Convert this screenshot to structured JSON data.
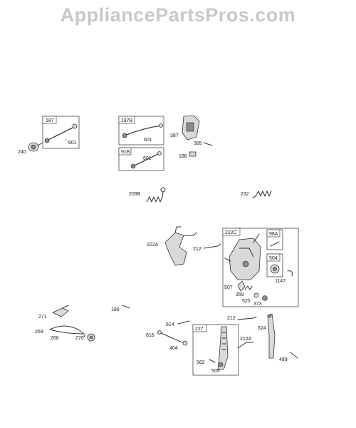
{
  "watermark": "AppliancePartsPros.com",
  "labels": {
    "l187": "187",
    "l601a": "601",
    "l240": "240",
    "l187b": "187B",
    "l601b": "601",
    "l91b": "91B",
    "l601c": "601",
    "l387": "387",
    "l385": "385",
    "l186a": "186",
    "l209b": "209B",
    "l232": "232",
    "l222a": "222A",
    "l212a": "212",
    "l222c": "222C",
    "l98a": "98A",
    "l504": "504",
    "l1147": "1147",
    "l507": "507",
    "l359": "359",
    "l520": "520",
    "l373": "373",
    "l271": "271",
    "l269": "269",
    "l268": "268",
    "l270": "270",
    "l186b": "186",
    "l614": "614",
    "l616": "616",
    "l404": "404",
    "l227": "227",
    "l562": "562",
    "l505": "505",
    "l212b": "212",
    "l212A": "212A",
    "l624": "624",
    "l489": "489"
  }
}
